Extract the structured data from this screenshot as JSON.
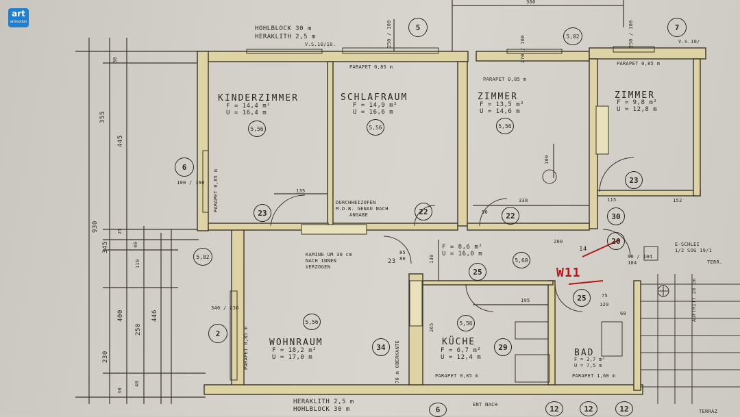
{
  "watermark": {
    "logo": "art",
    "sub": "artmotion"
  },
  "colors": {
    "wall_fill": "#ddd3a4",
    "wall_line": "#3a342a",
    "red": "#b01818"
  },
  "rooms": {
    "kinderzimmer": {
      "name": "KINDERZIMMER",
      "area": "F = 14,4 m²",
      "perimeter": "U = 16,4 m",
      "height": "5,56"
    },
    "schlafraum": {
      "name": "SCHLAFRAUM",
      "area": "F = 14,9 m²",
      "perimeter": "U = 16,6 m",
      "height": "5,56"
    },
    "zimmer1": {
      "name": "ZIMMER",
      "area": "F = 13,5 m²",
      "perimeter": "U = 14,6 m",
      "height": "5,56"
    },
    "zimmer2": {
      "name": "ZIMMER",
      "area": "F = 9,8 m²",
      "perimeter": "U = 12,8 m"
    },
    "wohnraum": {
      "name": "WOHNRAUM",
      "area": "F = 18,2 m²",
      "perimeter": "U = 17,0 m",
      "height": "5,56"
    },
    "kueche": {
      "name": "KÜCHE",
      "area": "F = 6,7 m²",
      "perimeter": "U = 12,4 m",
      "height": "5,56"
    },
    "bad": {
      "name": "BAD",
      "area": "F = 3,7 m²",
      "perimeter": "U = 7,5 m"
    },
    "flur": {
      "area": "F = 8,6 m²",
      "perimeter": "U = 16,0 m",
      "height": "5,60"
    }
  },
  "notes": {
    "top_wall_1": "HOHLBLOCK 30 m",
    "top_wall_2": "HERAKLITH 2,5 m",
    "top_vs": "V.S.10/10.",
    "bottom_wall_1": "HERAKLITH 2,5 m",
    "bottom_wall_2": "HOHLBLOCK 30 m",
    "parapet_top": "PARAPET 0,85 m",
    "parapet_zimmer": "PARAPET 0,85 m",
    "parapet_zimmer2": "PARAPET 0,85 m",
    "parapet_left": "PARAPET 0,85 m",
    "parapet_wohn": "PARAPET 0,85 m",
    "parapet_kueche": "PARAPET 0,85 m",
    "parapet_bad": "PARAPET 1,60 m",
    "durchheizofen_1": "DURCHHEIZOFEN",
    "durchheizofen_2": "M.D.B. GENAU NACH",
    "durchheizofen_3": "ANGABE",
    "kamine_1": "KAMINE UM 30 cm",
    "kamine_2": "NACH INNEN",
    "kamine_3": "VERZOGEN",
    "terr": "TERR.",
    "top_right": "V.S.10/",
    "bad_note": "E-SCHLEI",
    "sog": "1/2 SOG 19/1",
    "stair_note": "AUFTRITT 28 cm",
    "w11": "W11",
    "wc_door": "70 m OBERKANTE",
    "bottom_ent": "ENT NACH",
    "bottom_right": "TERRAZ"
  },
  "dims": {
    "top_360": "360",
    "left_total": "930",
    "left_355": "355",
    "left_445": "445",
    "left_30a": "30",
    "left_345": "345",
    "left_25": "25",
    "left_40": "40",
    "left_110": "110",
    "left_400": "400",
    "left_250": "250",
    "left_230": "230",
    "left_30b": "30",
    "left_40b": "40",
    "left_446": "446",
    "d_135": "135",
    "d_338": "338",
    "d_100": "100",
    "d_195": "195",
    "d_265": "265",
    "d_130": "130",
    "d_115": "115",
    "d_90": "90",
    "d_200": "200",
    "d_75": "75",
    "d_120": "120",
    "d_85": "85",
    "d_80": "80",
    "d_60": "60",
    "d_100_160": "100 / 160",
    "d_340_230": "340 / 230",
    "d_250_100": "250 / 100",
    "d_270_100": "270 / 100",
    "d_250_100b": "250 / 100",
    "d_152": "152",
    "d_104": "104",
    "d_90_104": "90 / 104"
  },
  "markers": {
    "m5": "5",
    "m6": "6",
    "m7": "7",
    "m2": "2",
    "m23a": "23",
    "m22a": "22",
    "m22b": "22",
    "m23b": "23",
    "m25a": "25",
    "m25b": "25",
    "m30": "30",
    "m20": "20",
    "m14": "14",
    "m34": "34",
    "m29": "29",
    "m23c": "23",
    "m12a": "12",
    "m12b": "12",
    "m12c": "12",
    "m6b": "6",
    "h502": "5,02",
    "h502b": "5,02",
    "h560": "5,60",
    "h556": "5,56"
  }
}
